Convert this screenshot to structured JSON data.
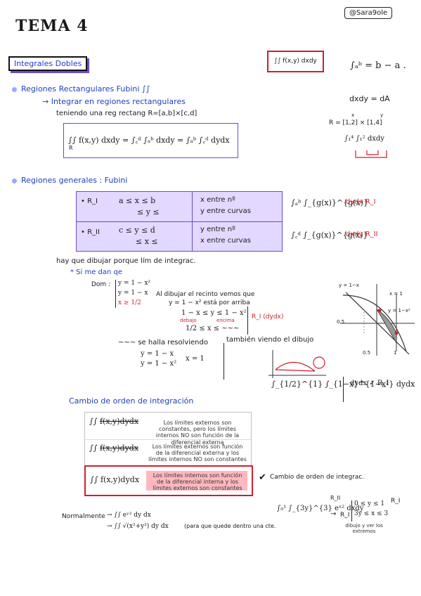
{
  "header": {
    "title": "TEMA 4",
    "author": "@Sara9ole"
  },
  "intro": {
    "heading": "Integrales Dobles",
    "symbol_formula": "∫∫ f(x,y) dxdy",
    "basic": "∫ₐᵇ = b − a ."
  },
  "rect": {
    "bullet": "Regiones Rectangulares  Fubini  ∫∫",
    "arrow_line": "→ Integrar en regiones rectangulares",
    "given": "teniendo una reg rectang  R=[a,b]×[c,d]",
    "formula": "∫∫ f(x,y) dxdy = ∫꜀ᵈ ∫ₐᵇ dxdy = ∫ₐᵇ ∫꜀ᵈ dydx",
    "region_label": "R",
    "dA": "dxdy = dA",
    "example_region": "R = [1,2] × [1,4]",
    "example_x": "x",
    "example_y": "y",
    "example_integral": "∫₁⁴ ∫₁² dxdy"
  },
  "general": {
    "bullet": "Regiones generales : Fubini",
    "r1_label": "• R_I",
    "r1_a": "a ≤ x ≤ b",
    "r1_b": "≤ y ≤",
    "r1_c1": "x entre nº",
    "r1_c2": "y entre curvas",
    "r2_label": "• R_II",
    "r2_a": "c ≤ y ≤ d",
    "r2_b": "≤ x ≤",
    "r2_c1": "y entre nº",
    "r2_c2": "x entre curvas",
    "int1": "∫ₐᵇ ∫_{g(x)}^{g(x)}",
    "int1_red": "dydx   R_I",
    "int2": "∫꜀ᵈ ∫_{g(x)}^{g(x)}",
    "int2_red": "dxdy   R_II"
  },
  "notes": {
    "line1": "hay que dibujar porque lím de integrac.",
    "line2": "* Si me dan qe",
    "dom": "Dom :",
    "d1": "y = 1 − x²",
    "d2": "y = 1 − x",
    "d3": "x ≥ 1/2",
    "draw1": "Al dibujar el recinto vemos que",
    "draw2": "y = 1 − x² está por arriba",
    "draw3": "1 − x ≤ y ≤ 1 − x²",
    "draw3_below": "debajo",
    "draw3_above": "encima",
    "draw4": "1/2 ≤ x ≤ ~~~",
    "ri_tag": "R_I (dydx)",
    "solve": "~~~ se halla resolviendo",
    "eq1": "y = 1 − x",
    "eq2": "y = 1 − x²",
    "sol": "x = 1",
    "seeing": "también viendo el dibujo",
    "result": "∫_{1/2}^{1} ∫_{1−x}^{1−x²} dydx",
    "result_tag": "dydx ✓ R_I"
  },
  "graph": {
    "l1": "y = 1−x",
    "l2": "y = 1−x²",
    "xeq": "x = 1",
    "tick": "0.5",
    "bot": "0.5",
    "one": "1"
  },
  "change": {
    "heading": "Cambio de orden de integración",
    "p1": "Los límites externos son constantes, pero los límites internos NO son función de la diferencial externa",
    "p2": "Los límites externos son función de la diferencial externa y los límites internos NO son constantes",
    "p3": "Los límites internos son función de la diferencial interna y los límites externos son constantes",
    "check": "✔",
    "note": "Cambio de orden de integrac.",
    "example": "∫₀¹ ∫_{3y}^{3} eˣ² dxdy",
    "rii": "R_II",
    "arrow": "→",
    "ri": "R_I",
    "cond1": "0 ≤ y ≤ 1",
    "cond2": "3y ≤ x ≤ 3",
    "dibujo": "dibujo y ver los extremos"
  },
  "normal": {
    "label": "Normalmente",
    "i1": "→ ∫∫ eʸ² dy dx",
    "i2": "→ ∫∫ √(x²+y²) dy dx",
    "i2_note": "(para que quede dentro una cte."
  }
}
